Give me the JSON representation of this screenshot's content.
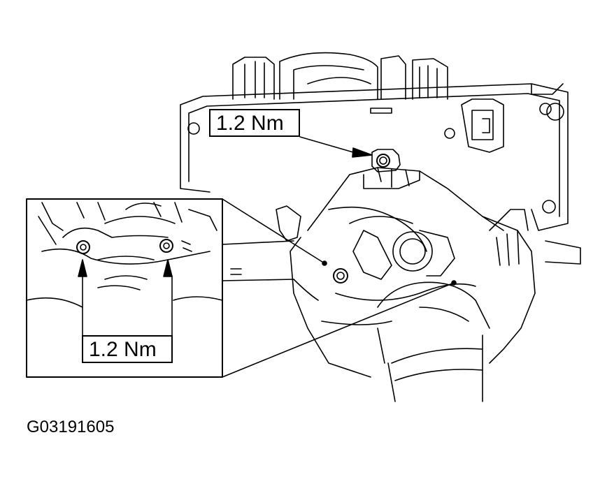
{
  "labels": {
    "torque_top": "1.2 Nm",
    "torque_inset": "1.2 Nm"
  },
  "figure_id": "G03191605",
  "icons": [
    "bolt-icon",
    "arrow-up-icon",
    "arrow-right-icon"
  ],
  "colors": {
    "line": "#000000",
    "background": "#ffffff"
  }
}
